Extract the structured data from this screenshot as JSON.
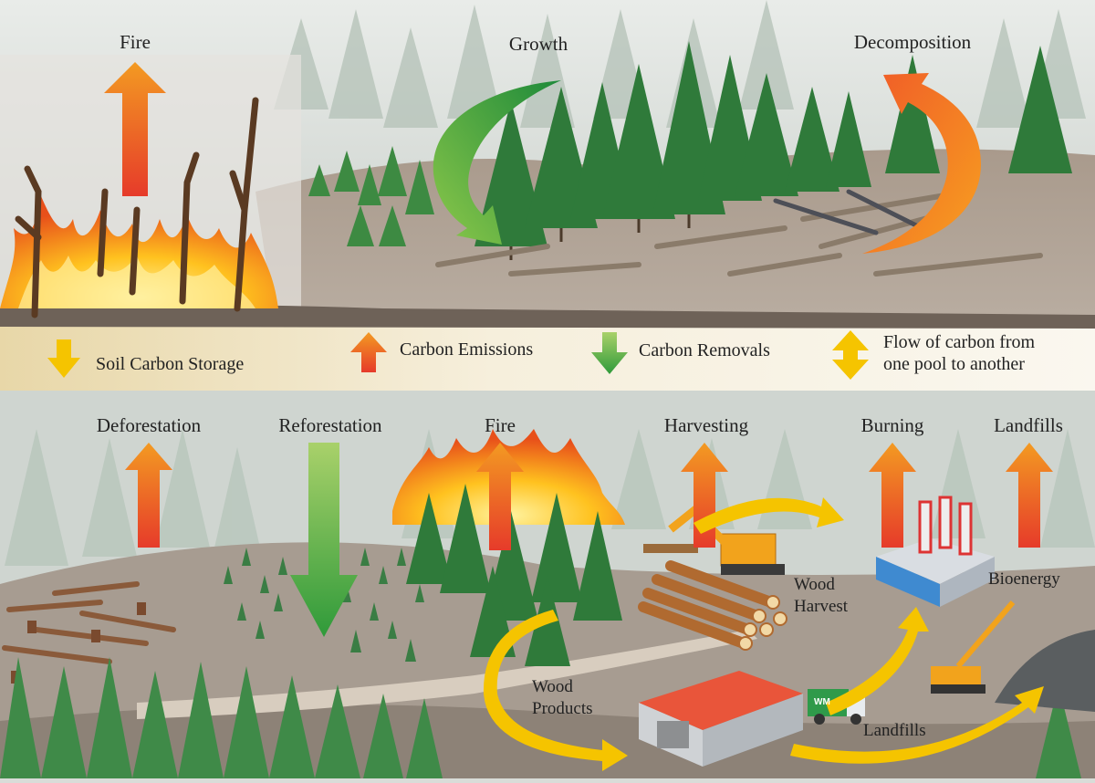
{
  "top": {
    "fire_label": "Fire",
    "growth_label": "Growth",
    "decomposition_label": "Decomposition"
  },
  "legend": {
    "soil_carbon_storage": "Soil Carbon Storage",
    "carbon_emissions": "Carbon Emissions",
    "carbon_removals": "Carbon Removals",
    "flow_line1": "Flow of carbon from",
    "flow_line2": "one pool to another"
  },
  "bottom": {
    "deforestation": "Deforestation",
    "reforestation": "Reforestation",
    "fire": "Fire",
    "harvesting": "Harvesting",
    "burning": "Burning",
    "landfills_top": "Landfills",
    "wood_harvest_line1": "Wood",
    "wood_harvest_line2": "Harvest",
    "bioenergy": "Bioenergy",
    "wood_products_line1": "Wood",
    "wood_products_line2": "Products",
    "landfills_bottom": "Landfills",
    "truck_badge": "WM"
  },
  "colors": {
    "emission_orange": "#f07a20",
    "emission_red": "#e03a2a",
    "removal_green": "#3aa83a",
    "flow_yellow": "#f5c400",
    "soil_band": "#efe3c2",
    "forest_green": "#2f7a3a"
  }
}
